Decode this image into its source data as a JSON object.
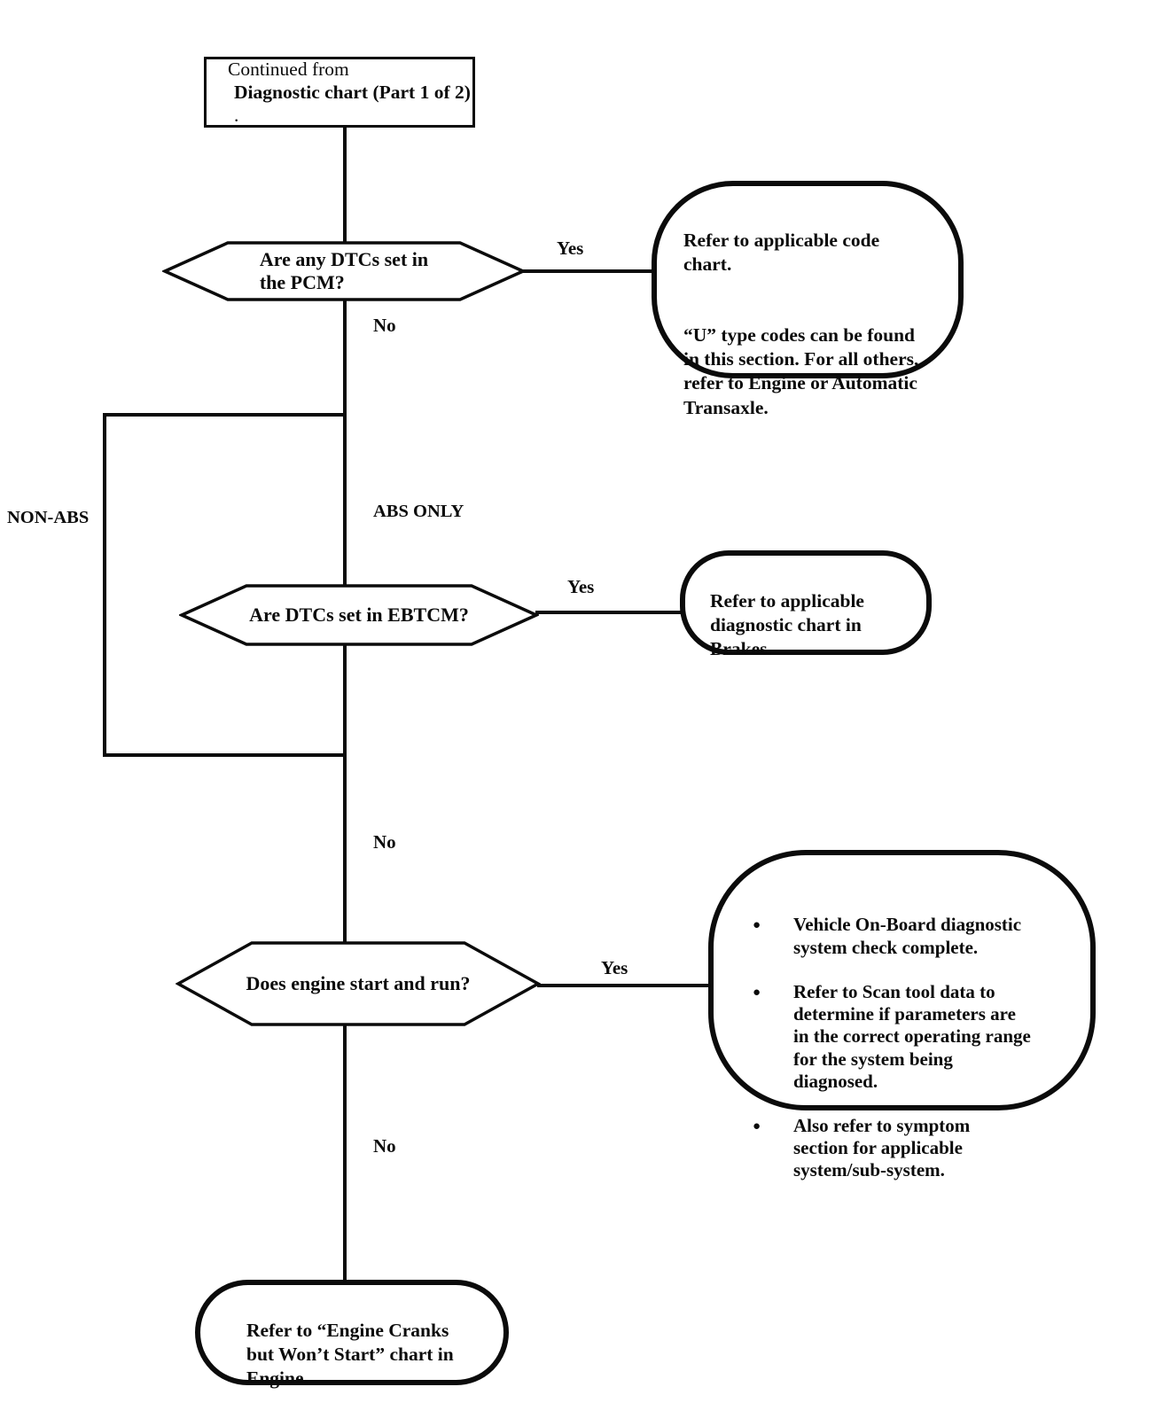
{
  "page": {
    "background": "#ffffff",
    "ink": "#0b0b0b"
  },
  "start_box": {
    "line1": "Continued from",
    "line2": "Diagnostic chart (Part 1 of 2)",
    "line2_suffix": " ."
  },
  "decisions": {
    "pcm": {
      "question": "Are any DTCs set in\nthe PCM?"
    },
    "ebtcm": {
      "question": "Are DTCs set in EBTCM?"
    },
    "engine": {
      "question": "Does engine start and run?"
    }
  },
  "terminals": {
    "code_chart": {
      "para1": "Refer to applicable code\nchart.",
      "para2": "“U” type codes can be found\nin this section. For all others,\nrefer to Engine or Automatic\nTransaxle."
    },
    "brakes": {
      "text": "Refer to applicable\ndiagnostic chart in\nBrakes."
    },
    "diagnostic_complete": {
      "bullet_glyph": "●",
      "bullets": [
        "Vehicle On-Board diagnostic\nsystem check complete.",
        "Refer to Scan tool data to\ndetermine if parameters are\nin the correct operating range\nfor the system being\ndiagnosed.",
        "Also refer to symptom\nsection for applicable\nsystem/sub-system."
      ]
    },
    "engine_cranks": {
      "text": "Refer to “Engine Cranks\nbut Won’t Start” chart in\nEngine."
    }
  },
  "edge_labels": {
    "yes1": "Yes",
    "no1": "No",
    "non_abs": "NON-ABS",
    "abs_only": "ABS ONLY",
    "yes2": "Yes",
    "no2": "No",
    "yes3": "Yes",
    "no3": "No"
  }
}
